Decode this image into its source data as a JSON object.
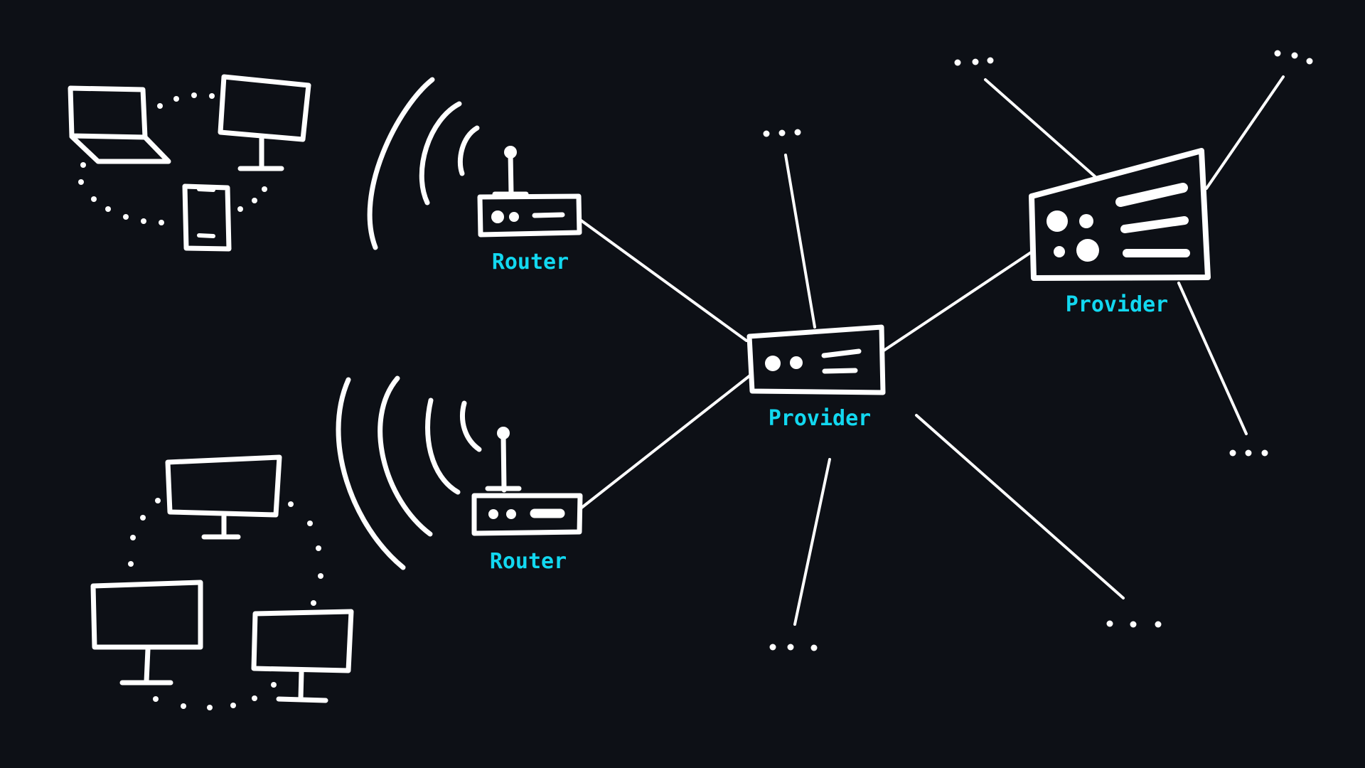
{
  "diagram": {
    "background": "#0d1016",
    "stroke_color": "#ffffff",
    "label_color": "#12d8f0",
    "router_label": "Router",
    "provider_label": "Provider",
    "ellipsis": "...",
    "nodes": [
      {
        "id": "device-group-1",
        "kind": "device-cluster",
        "devices": [
          "laptop-icon",
          "monitor-icon",
          "phone-icon"
        ]
      },
      {
        "id": "device-group-2",
        "kind": "device-cluster",
        "devices": [
          "monitor-icon",
          "monitor-icon",
          "monitor-icon"
        ]
      },
      {
        "id": "router-1",
        "kind": "router",
        "icon": "router-icon",
        "wireless": "wifi-waves-icon"
      },
      {
        "id": "router-2",
        "kind": "router",
        "icon": "router-icon",
        "wireless": "wifi-waves-icon"
      },
      {
        "id": "provider-1",
        "kind": "provider",
        "icon": "server-box-icon"
      },
      {
        "id": "provider-2",
        "kind": "provider",
        "icon": "server-box-icon"
      }
    ],
    "edges": [
      [
        "router-1",
        "provider-1"
      ],
      [
        "router-2",
        "provider-1"
      ],
      [
        "provider-1",
        "provider-2"
      ],
      [
        "provider-1",
        "..."
      ],
      [
        "provider-1",
        "..."
      ],
      [
        "provider-1",
        "..."
      ],
      [
        "provider-2",
        "..."
      ],
      [
        "provider-2",
        "..."
      ],
      [
        "provider-2",
        "..."
      ]
    ]
  }
}
